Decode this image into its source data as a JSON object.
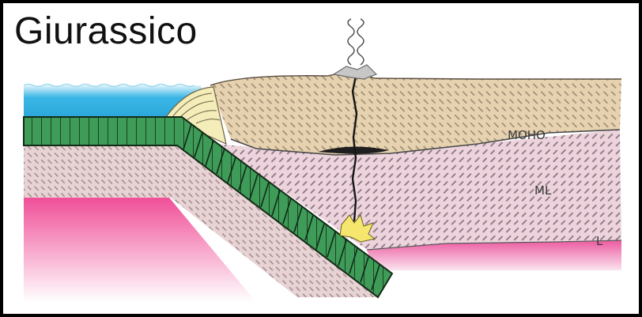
{
  "title": "Giurassico",
  "labels": {
    "moho": "MOHO",
    "ml": "ML",
    "l": "L"
  },
  "colors": {
    "ocean": "#39b6e6",
    "continental_crust": "#e7d2b0",
    "mantle_lithosphere": "#ecd3dc",
    "asthenosphere": "#f06aa6",
    "oceanic_plate": "#3e9b58",
    "melt": "#1e1e1e",
    "volcano": "#c7c7c7",
    "accretionary_wedge": "#f4ecb9"
  }
}
